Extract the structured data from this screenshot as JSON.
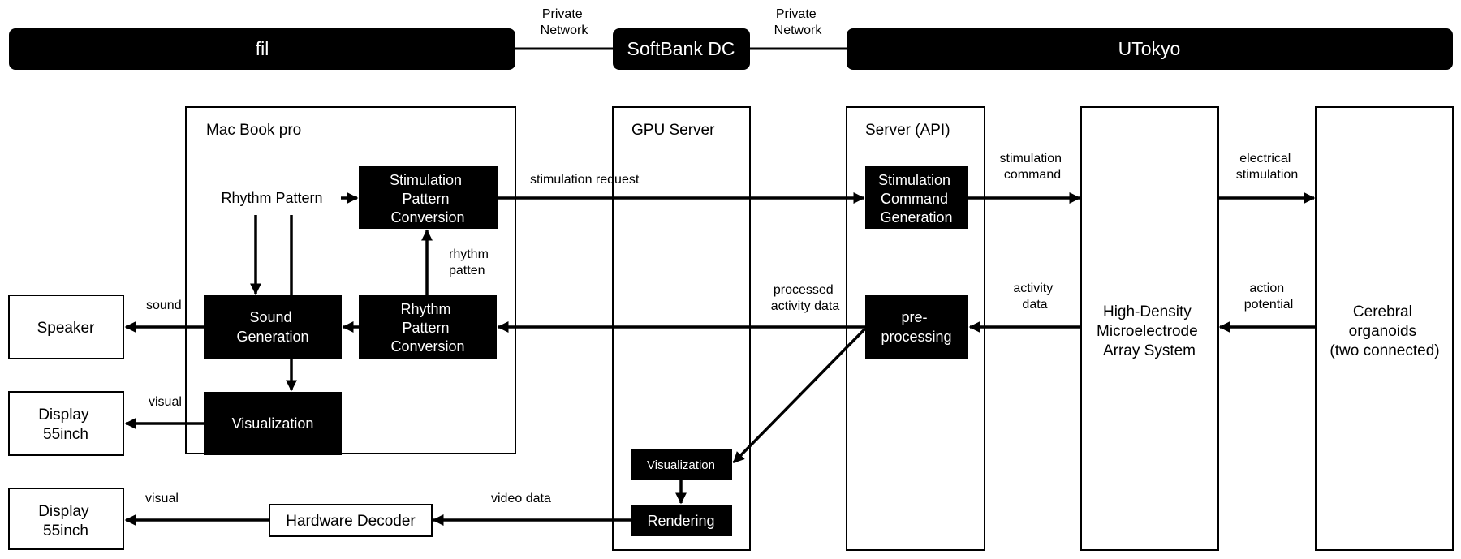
{
  "header": {
    "fil": "fil",
    "softbank": "SoftBank DC",
    "utokyo": "UTokyo",
    "private_network_1": [
      "Private",
      "Network"
    ],
    "private_network_2": [
      "Private",
      "Network"
    ]
  },
  "containers": {
    "macbook": "Mac Book pro",
    "gpu": "GPU Server",
    "server_api": "Server (API)"
  },
  "nodes": {
    "rhythm_pattern": "Rhythm Pattern",
    "stim_pattern_conv": [
      "Stimulation",
      "Pattern",
      "Conversion"
    ],
    "sound_gen": [
      "Sound",
      "Generation"
    ],
    "rhythm_pattern_conv": [
      "Rhythm",
      "Pattern",
      "Conversion"
    ],
    "visualization_mac": "Visualization",
    "speaker": "Speaker",
    "display_1": [
      "Display",
      "55inch"
    ],
    "display_2": [
      "Display",
      "55inch"
    ],
    "hardware_decoder": "Hardware Decoder",
    "visualization_gpu": "Visualization",
    "rendering": "Rendering",
    "stim_cmd_gen": [
      "Stimulation",
      "Command",
      "Generation"
    ],
    "preprocessing": [
      "pre-",
      "processing"
    ],
    "hdmea": [
      "High-Density",
      "Microelectrode",
      "Array System"
    ],
    "organoids": [
      "Cerebral",
      "organoids",
      "(two connected)"
    ]
  },
  "edges": {
    "stimulation_request": "stimulation request",
    "rhythm_patten": [
      "rhythm",
      "patten"
    ],
    "sound": "sound",
    "visual_1": "visual",
    "visual_2": "visual",
    "video_data": "video data",
    "processed_activity_data": [
      "processed",
      "activity data"
    ],
    "stimulation_command": [
      "stimulation",
      "command"
    ],
    "electrical_stimulation": [
      "electrical",
      "stimulation"
    ],
    "activity_data": [
      "activity",
      "data"
    ],
    "action_potential": [
      "action",
      "potential"
    ]
  }
}
